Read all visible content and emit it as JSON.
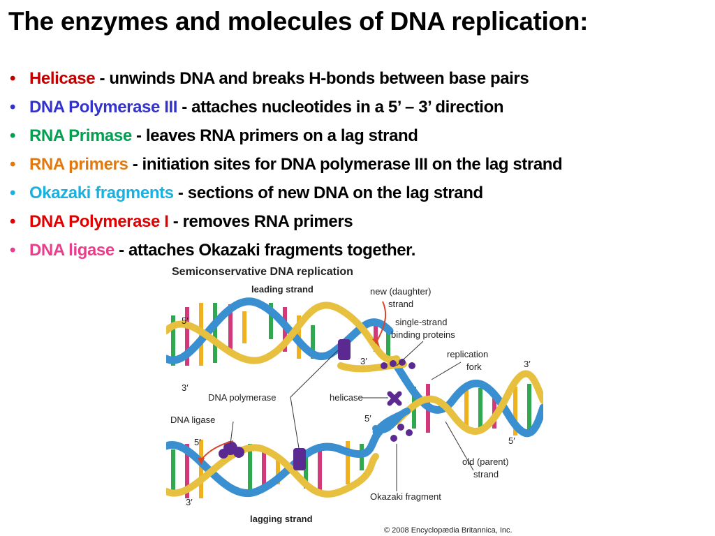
{
  "title": "The enzymes and molecules of DNA replication:",
  "bullet_symbol": "•",
  "bullets": [
    {
      "term": "Helicase",
      "desc": " - unwinds DNA and breaks H-bonds between base pairs",
      "color": "#c00000"
    },
    {
      "term": "DNA Polymerase III",
      "desc": " - attaches nucleotides in a 5’ – 3’ direction",
      "color": "#3333cc"
    },
    {
      "term": "RNA Primase",
      "desc": " - leaves RNA primers on a lag strand",
      "color": "#00a050"
    },
    {
      "term": "RNA primers",
      "desc": " - initiation sites for DNA polymerase III on the lag strand",
      "color": "#e07a10"
    },
    {
      "term": "Okazaki fragments",
      "desc": " - sections of new DNA on the lag strand",
      "color": "#1ab0e0"
    },
    {
      "term": "DNA Polymerase I",
      "desc": " - removes RNA primers",
      "color": "#e00000"
    },
    {
      "term": "DNA ligase",
      "desc": " - attaches Okazaki fragments together.",
      "color": "#e83e8c"
    }
  ],
  "figure": {
    "title": "Semiconservative DNA replication",
    "labels": {
      "leading_strand": "leading strand",
      "lagging_strand": "lagging strand",
      "new_daughter_1": "new (daughter)",
      "new_daughter_2": "strand",
      "ssb_1": "single-strand",
      "ssb_2": "binding proteins",
      "replication_1": "replication",
      "replication_2": "fork",
      "dna_polymerase": "DNA polymerase",
      "helicase": "helicase",
      "dna_ligase": "DNA ligase",
      "old_parent_1": "old (parent)",
      "old_parent_2": "strand",
      "okazaki": "Okazaki fragment",
      "five_prime": "5′",
      "three_prime": "3′"
    },
    "copyright": "© 2008 Encyclopædia Britannica, Inc.",
    "colors": {
      "backbone_blue": "#3a8fd0",
      "backbone_gold": "#e8c040",
      "enzyme_purple": "#5a2a90",
      "arrow_red": "#d9442a"
    }
  }
}
